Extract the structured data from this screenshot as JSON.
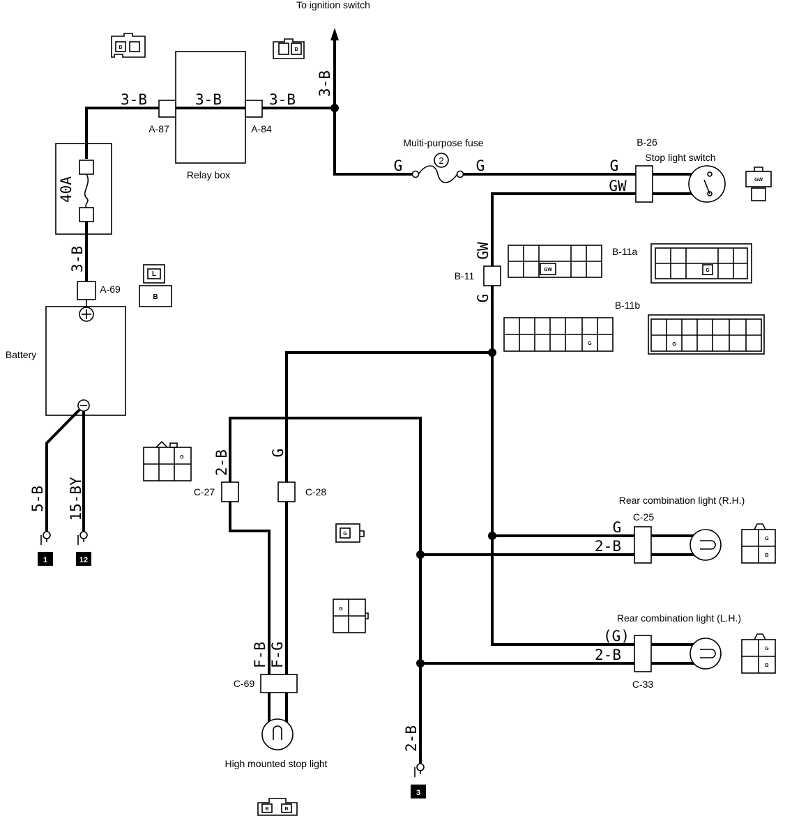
{
  "labels": {
    "ignition": "To ignition switch",
    "relay_box": "Relay box",
    "fuse_name": "Multi-purpose fuse",
    "fuse_num": "2",
    "fusible_40a": "40A",
    "battery": "Battery",
    "stop_switch": "Stop light switch",
    "b26": "B-26",
    "b11": "B-11",
    "b11a": "B-11a",
    "b11b": "B-11b",
    "a87": "A-87",
    "a84": "A-84",
    "a69": "A-69",
    "c27": "C-27",
    "c28": "C-28",
    "c69": "C-69",
    "c25": "C-25",
    "c33": "C-33",
    "rcl_rh": "Rear combination light (R.H.)",
    "rcl_lh": "Rear combination light (L.H.)",
    "hmsl": "High mounted stop light"
  },
  "wires": {
    "w3b_a": "3-B",
    "w3b_b": "3-B",
    "w3b_c": "3-B",
    "w3b_v": "3-B",
    "w3b_bat": "3-B",
    "g_l": "G",
    "g_r": "G",
    "g_sw": "G",
    "gw_sw": "GW",
    "gw_v": "GW",
    "g_v": "G",
    "w5b": "5-B",
    "w15by": "15-BY",
    "w2b_c27": "2-B",
    "g_c28": "G",
    "g_rh": "G",
    "w2b_rh": "2-B",
    "g_lh": "(G)",
    "w2b_lh": "2-B",
    "fb": "F-B",
    "fg": "F-G",
    "w2b_gnd": "2-B"
  },
  "grounds": [
    "1",
    "12",
    "3"
  ],
  "pins": {
    "b": "B",
    "l": "L",
    "g": "G",
    "gw": "GW"
  }
}
